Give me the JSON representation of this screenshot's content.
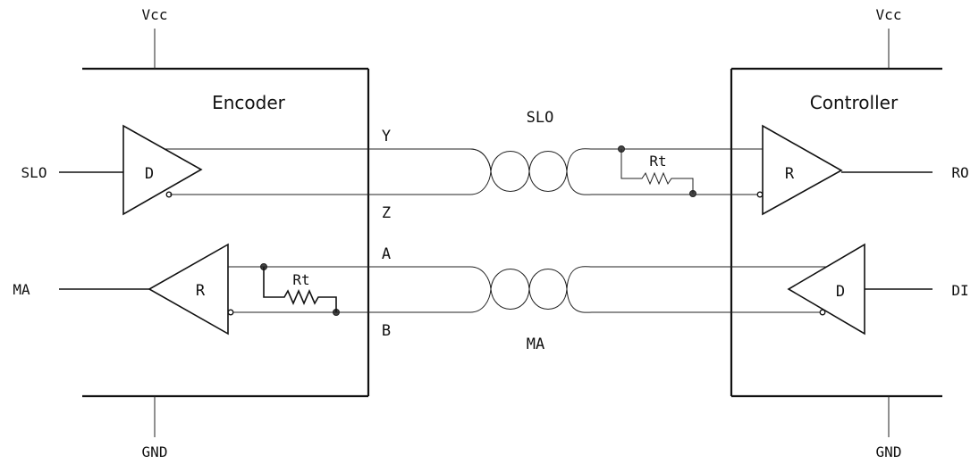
{
  "encoder": {
    "title": "Encoder",
    "vcc": "Vcc",
    "gnd": "GND",
    "driver_label": "D",
    "receiver_label": "R",
    "terminator_label": "Rt",
    "input_signal": "SLO",
    "output_signal": "MA"
  },
  "controller": {
    "title": "Controller",
    "vcc": "Vcc",
    "gnd": "GND",
    "driver_label": "D",
    "receiver_label": "R",
    "terminator_label": "Rt",
    "output_signal": "RO",
    "input_signal": "DI"
  },
  "lines": {
    "y": "Y",
    "z": "Z",
    "a": "A",
    "b": "B",
    "upper_pair": "SLO",
    "lower_pair": "MA"
  }
}
